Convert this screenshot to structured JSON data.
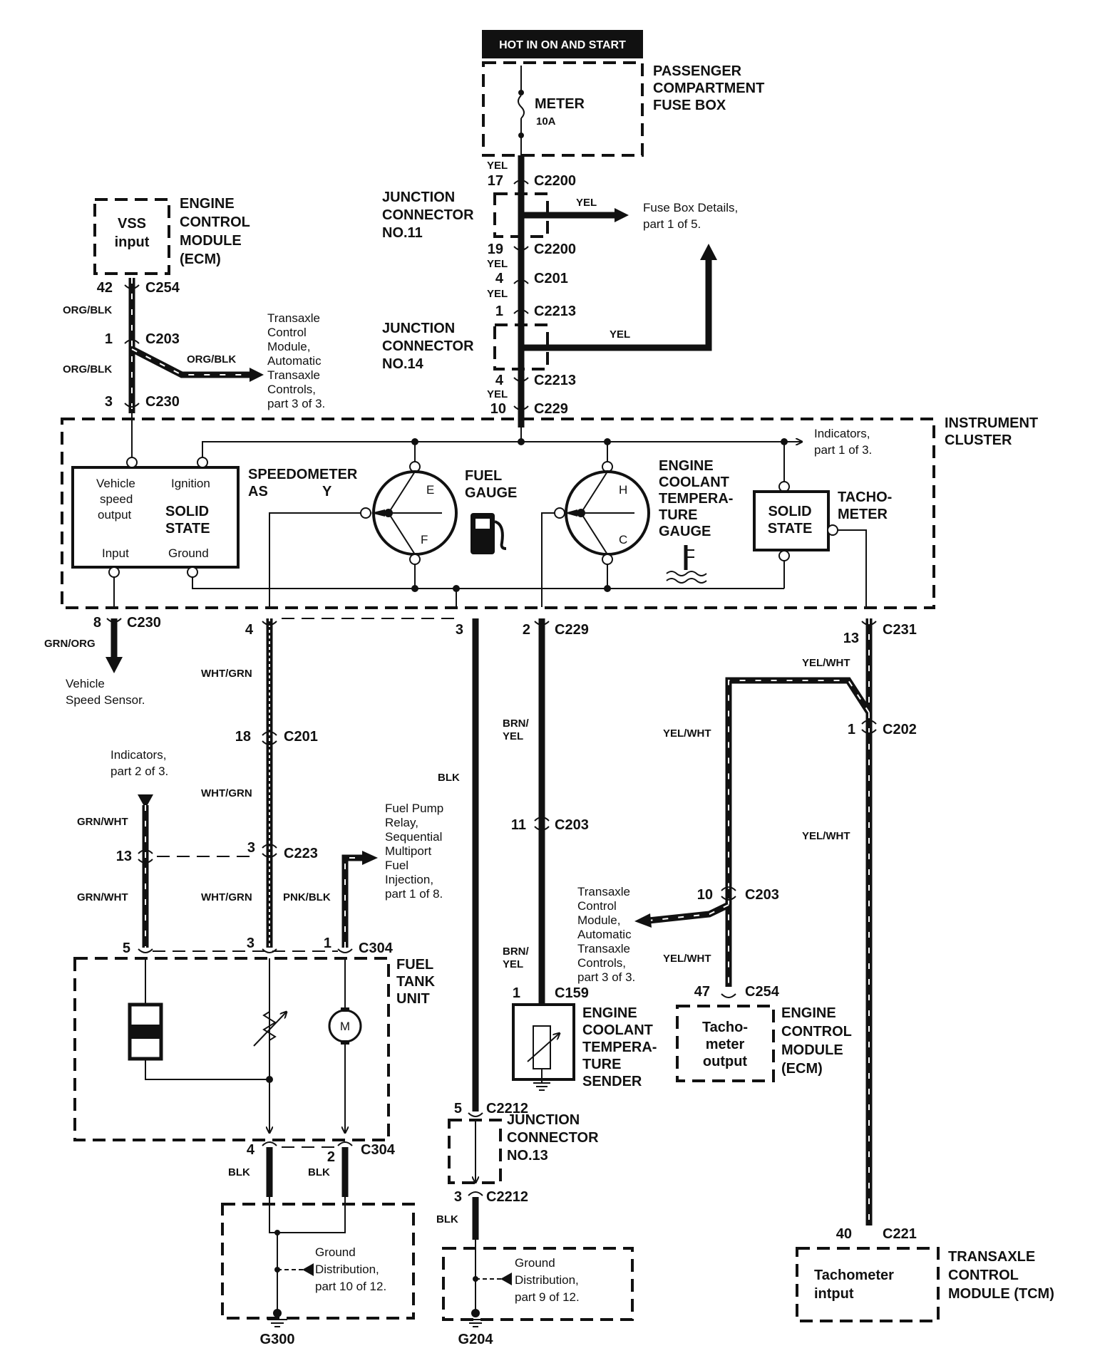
{
  "header": {
    "hot_label": "HOT IN ON AND START"
  },
  "fuse_box": {
    "title": [
      "PASSENGER",
      "COMPARTMENT",
      "FUSE BOX"
    ],
    "fuse_name": "METER",
    "fuse_rating": "10A"
  },
  "junction_11": {
    "title": [
      "JUNCTION",
      "CONNECTOR",
      "NO.11"
    ]
  },
  "junction_14": {
    "title": [
      "JUNCTION",
      "CONNECTOR",
      "NO.14"
    ]
  },
  "junction_13": {
    "title": [
      "JUNCTION",
      "CONNECTOR",
      "NO.13"
    ]
  },
  "fuse_box_details": {
    "text": [
      "Fuse Box Details,",
      "part 1 of 5."
    ]
  },
  "ecm_top": {
    "box_text": [
      "VSS",
      "input"
    ],
    "title": [
      "ENGINE",
      "CONTROL",
      "MODULE",
      "(ECM)"
    ]
  },
  "tcm_ref_1": {
    "text": [
      "Transaxle",
      "Control",
      "Module,",
      "Automatic",
      "Transaxle",
      "Controls,",
      "part 3 of 3."
    ]
  },
  "cluster": {
    "title": [
      "INSTRUMENT",
      "CLUSTER"
    ],
    "indicators_ref": [
      "Indicators,",
      "part 1 of 3."
    ],
    "speedo_labels": [
      "Vehicle",
      "speed",
      "output",
      "Ignition",
      "SOLID",
      "STATE",
      "Input",
      "Ground"
    ],
    "speedometer_title": [
      "SPEEDOMETER",
      "AS",
      "Y"
    ],
    "fuel_gauge_title": [
      "FUEL",
      "GAUGE"
    ],
    "ect_gauge_title": [
      "ENGINE",
      "COOLANT",
      "TEMPERA-",
      "TURE",
      "GAUGE"
    ],
    "tacho_box": [
      "SOLID",
      "STATE"
    ],
    "tacho_title": [
      "TACHO-",
      "METER"
    ],
    "gauge_marks": [
      "E",
      "F",
      "H",
      "C"
    ]
  },
  "vss": {
    "text": [
      "Vehicle",
      "Speed Sensor."
    ]
  },
  "indicators_2": {
    "text": [
      "Indicators,",
      "part 2 of 3."
    ]
  },
  "fuel_pump_ref": {
    "text": [
      "Fuel Pump",
      "Relay,",
      "Sequential",
      "Multiport",
      "Fuel",
      "Injection,",
      "part 1 of 8."
    ]
  },
  "fuel_tank": {
    "title": [
      "FUEL",
      "TANK",
      "UNIT"
    ],
    "motor": "M"
  },
  "ect_sender": {
    "title": [
      "ENGINE",
      "COOLANT",
      "TEMPERA-",
      "TURE",
      "SENDER"
    ]
  },
  "tcm_ref_2": {
    "text": [
      "Transaxle",
      "Control",
      "Module,",
      "Automatic",
      "Transaxle",
      "Controls,",
      "part 3 of 3."
    ]
  },
  "ecm_bottom": {
    "box_text": [
      "Tacho-",
      "meter",
      "output"
    ],
    "title": [
      "ENGINE",
      "CONTROL",
      "MODULE",
      "(ECM)"
    ]
  },
  "tcm": {
    "box_text": [
      "Tachometer",
      "intput"
    ],
    "title": [
      "TRANSAXLE",
      "CONTROL",
      "MODULE (TCM)"
    ]
  },
  "ground_1": {
    "text": [
      "Ground",
      "Distribution,",
      "part 10 of 12."
    ],
    "id": "G300"
  },
  "ground_2": {
    "text": [
      "Ground",
      "Distribution,",
      "part 9 of 12."
    ],
    "id": "G204"
  },
  "wire_colors": {
    "yel": "YEL",
    "org_blk": "ORG/BLK",
    "grn_org": "GRN/ORG",
    "wht_grn": "WHT/GRN",
    "grn_wht": "GRN/WHT",
    "pnk_blk": "PNK/BLK",
    "blk": "BLK",
    "brn_yel": [
      "BRN/",
      "YEL"
    ],
    "yel_wht": "YEL/WHT"
  },
  "connectors": {
    "c2200_top": {
      "pin": "17",
      "name": "C2200"
    },
    "c2200_bot": {
      "pin": "19",
      "name": "C2200"
    },
    "c201_top": {
      "pin": "4",
      "name": "C201"
    },
    "c2213_top": {
      "pin": "1",
      "name": "C2213"
    },
    "c2213_bot": {
      "pin": "4",
      "name": "C2213"
    },
    "c229_top": {
      "pin": "10",
      "name": "C229"
    },
    "c254_top": {
      "pin": "42",
      "name": "C254"
    },
    "c203_top": {
      "pin": "1",
      "name": "C203"
    },
    "c230_top": {
      "pin": "3",
      "name": "C230"
    },
    "c230_bot": {
      "pin": "8",
      "name": "C230"
    },
    "c229_4": {
      "pin": "4"
    },
    "c229_3": {
      "pin": "3"
    },
    "c229_2": {
      "pin": "2",
      "name": "C229"
    },
    "c231": {
      "pin": "13",
      "name": "C231"
    },
    "c201_18": {
      "pin": "18",
      "name": "C201"
    },
    "c202": {
      "pin": "1",
      "name": "C202"
    },
    "c223_13": {
      "pin": "13"
    },
    "c223_3": {
      "pin": "3",
      "name": "C223"
    },
    "c203_11": {
      "pin": "11",
      "name": "C203"
    },
    "c203_10": {
      "pin": "10",
      "name": "C203"
    },
    "c304_5": {
      "pin": "5"
    },
    "c304_3": {
      "pin": "3"
    },
    "c304_1": {
      "pin": "1",
      "name": "C304"
    },
    "c159": {
      "pin": "1",
      "name": "C159"
    },
    "c254_47": {
      "pin": "47",
      "name": "C254"
    },
    "c2212_5": {
      "pin": "5",
      "name": "C2212"
    },
    "c304_4": {
      "pin": "4"
    },
    "c304_2": {
      "pin": "2",
      "name": "C304"
    },
    "c2212_3": {
      "pin": "3",
      "name": "C2212"
    },
    "c221": {
      "pin": "40",
      "name": "C221"
    }
  }
}
